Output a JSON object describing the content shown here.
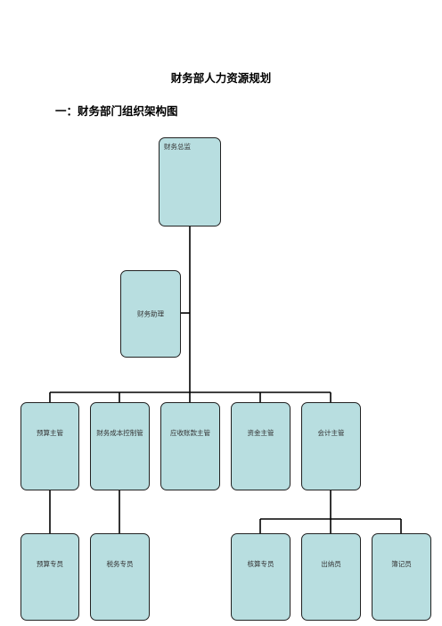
{
  "document": {
    "title": "财务部人力资源规划",
    "section_heading": "一：财务部门组织架构图"
  },
  "org_chart": {
    "director": "财务总监",
    "assistant": "财务助理",
    "managers": [
      "预算主管",
      "财务成本控制管",
      "应收账款主管",
      "资金主管",
      "会计主管"
    ],
    "staff": [
      "预算专员",
      "税务专员",
      "核算专员",
      "出纳员",
      "簿记员"
    ]
  }
}
